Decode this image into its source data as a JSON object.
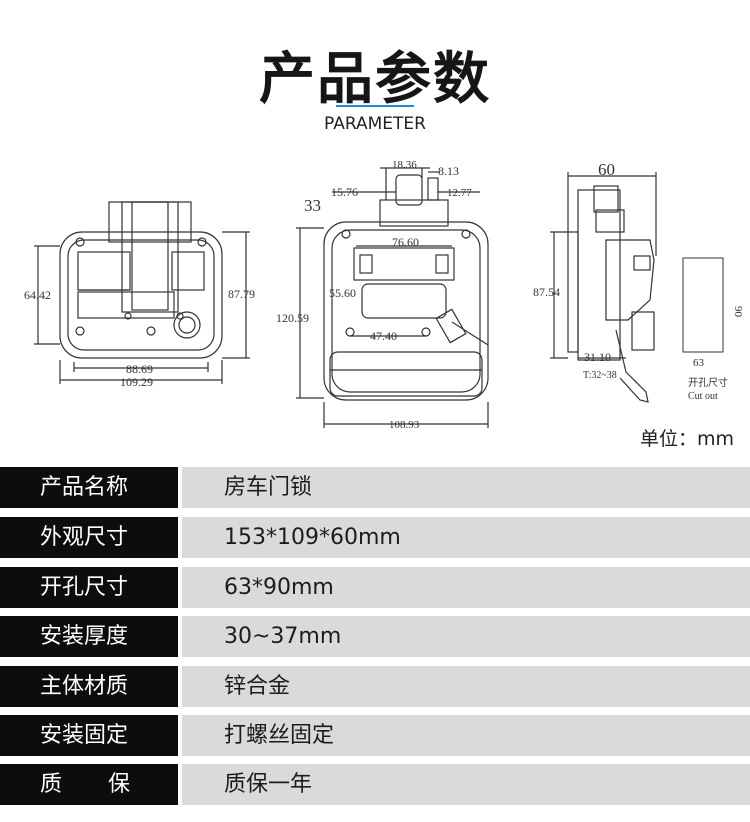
{
  "header": {
    "title": "产品参数",
    "subtitle": "PARAMETER"
  },
  "drawing": {
    "front": {
      "height_label": "64.42",
      "height_right_label": "87.79",
      "width_inner_label": "88.69",
      "width_outer_label": "109.29"
    },
    "middle": {
      "top_dim_1": "18.36",
      "top_dim_2": "8.13",
      "top_dim_3": "15.76",
      "top_dim_4": "12.77",
      "side_dim": "33",
      "inner_width": "76.60",
      "inner_height": "55.60",
      "total_height": "120.59",
      "hole_spacing": "47.40",
      "bottom_width": "108.93"
    },
    "side": {
      "depth": "60",
      "height": "87.54",
      "bottom_dim": "31.10",
      "thickness": "T:32~38"
    },
    "cutout": {
      "height": "90",
      "width": "63",
      "label_cn": "开孔尺寸",
      "label_en": "Cut out"
    },
    "unit": "单位：mm"
  },
  "specs": [
    {
      "label": "产品名称",
      "value": "房车门锁"
    },
    {
      "label": "外观尺寸",
      "value": "153*109*60mm"
    },
    {
      "label": "开孔尺寸",
      "value": "63*90mm"
    },
    {
      "label": "安装厚度",
      "value": "30~37mm"
    },
    {
      "label": "主体材质",
      "value": "锌合金"
    },
    {
      "label": "安装固定",
      "value": "打螺丝固定"
    },
    {
      "label": "质保",
      "value": "质保一年"
    }
  ]
}
